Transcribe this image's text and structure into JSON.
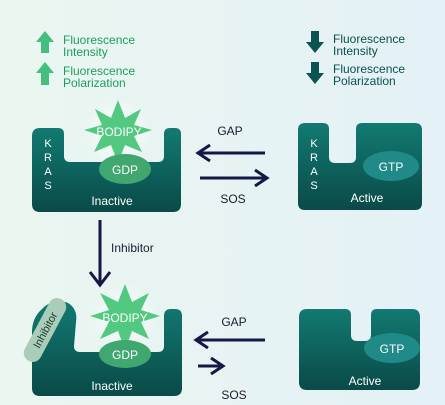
{
  "legend_left": {
    "intensity": [
      "Fluorescence",
      "Intensity"
    ],
    "polarization": [
      "Fluorescence",
      "Polarization"
    ],
    "arrow_direction": "up",
    "color": "#1e9c5a",
    "arrow_color": "#43c07e"
  },
  "legend_right": {
    "intensity": [
      "Fluorescence",
      "Intensity"
    ],
    "polarization": [
      "Fluorescence",
      "Polarization"
    ],
    "arrow_direction": "down",
    "color": "#0b4f4c",
    "arrow_color": "#0b5250"
  },
  "protein": {
    "name_letters": [
      "K",
      "R",
      "A",
      "S"
    ],
    "inactive_label": "Inactive",
    "active_label": "Active",
    "color": "#0d5e5a"
  },
  "ligands": {
    "gdp": "GDP",
    "gtp": "GTP",
    "gdp_color": "#3fa76f",
    "gtp_color": "#1f8a88"
  },
  "probe": {
    "label": "BODIPY",
    "color": "#52c880"
  },
  "exchange": {
    "gap": "GAP",
    "sos": "SOS"
  },
  "inhibitor": {
    "arrow_label": "Inhibitor",
    "block_label": "Inhibitor",
    "color": "#a9cdb8"
  },
  "colors": {
    "background_left": "#eaf6f0",
    "background_right": "#e4f1f6",
    "arrow": "#141844"
  }
}
